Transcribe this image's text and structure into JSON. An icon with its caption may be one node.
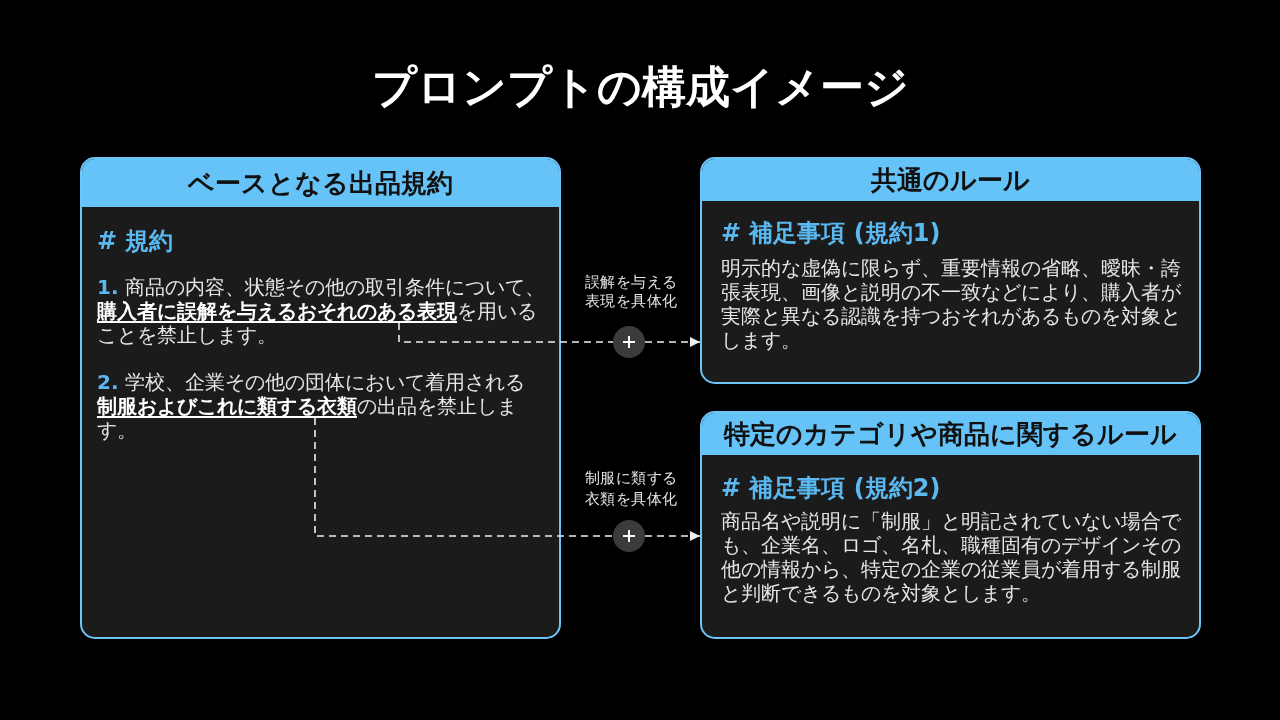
{
  "diagram": {
    "title": "プロンプトの構成イメージ",
    "nodes": [
      {
        "text": [
          "ベースとなる出品規約",
          "# 規約"
        ]
      },
      {
        "text": [
          "**1.** 商品の内容、状態その他の取引条件について、**購入者に誤解を与えるおそれのある表現**を用いることを禁止します。"
        ],
        "in": 0
      },
      {
        "text": [
          "**2.** 学校、企業その他の団体において着用される**制服およびこれに類する衣類**の出品を禁止します。"
        ],
        "in": 0
      },
      {
        "text": [],
        "shape": "circle",
        "beside": [
          "誤解を与える表現を具体化"
        ]
      },
      {
        "text": [
          "共通のルール",
          "# 補足事項 (規約1)",
          "明示的な虚偽に限らず、重要情報の省略、曖昧・誇張表現、画像と説明の不一致などにより、購入者が実際と異なる認識を持つおそれがあるものを対象とします。"
        ]
      },
      {
        "text": [],
        "shape": "circle",
        "beside": [
          "制服に類する衣類を具体化"
        ]
      },
      {
        "text": [
          "特定のカテゴリや商品に関するルール",
          "# 補足事項 (規約2)",
          "商品名や説明に「制服」と明記されていない場合でも、企業名、ロゴ、名札、職種固有のデザインその他の情報から、特定の企業の従業員が着用する制服と判断できるものを対象とします。"
        ]
      }
    ],
    "edges": [
      {
        "from": 1,
        "to": 3,
        "arrow": "none",
        "style": "dashed"
      },
      {
        "from": 3,
        "to": 4,
        "arrow": "to",
        "style": "dashed"
      },
      {
        "from": 2,
        "to": 5,
        "arrow": "none",
        "style": "dashed"
      },
      {
        "from": 5,
        "to": 6,
        "arrow": "to",
        "style": "dashed"
      }
    ]
  }
}
